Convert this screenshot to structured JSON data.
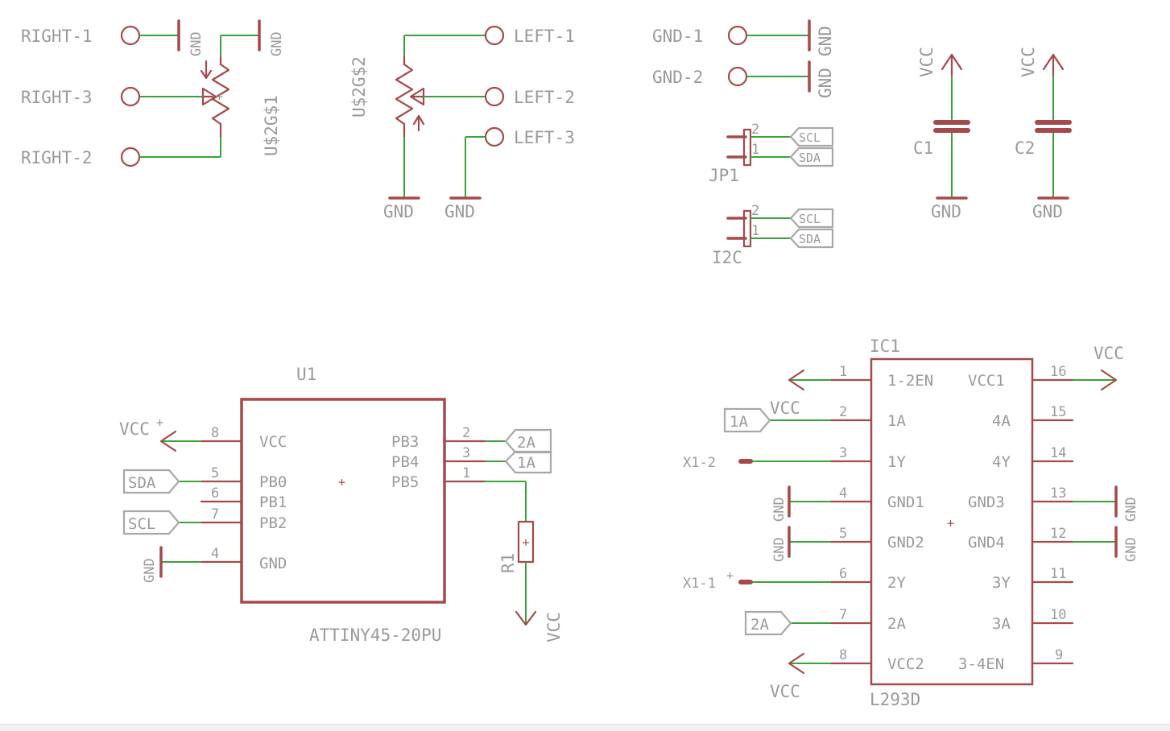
{
  "pots": {
    "right": {
      "name": "U$2G$1",
      "terminals": [
        "RIGHT-1",
        "RIGHT-3",
        "RIGHT-2"
      ]
    },
    "left": {
      "name": "U$2G$2",
      "terminals": [
        "LEFT-1",
        "LEFT-2",
        "LEFT-3"
      ]
    }
  },
  "gnd_terminals": [
    "GND-1",
    "GND-2"
  ],
  "headers": [
    {
      "name": "JP1",
      "pins": [
        "2",
        "1"
      ],
      "signals": [
        "SCL",
        "SDA"
      ]
    },
    {
      "name": "I2C",
      "pins": [
        "2",
        "1"
      ],
      "signals": [
        "SCL",
        "SDA"
      ]
    }
  ],
  "capacitors": [
    {
      "name": "C1",
      "top": "VCC",
      "bottom": "GND"
    },
    {
      "name": "C2",
      "top": "VCC",
      "bottom": "GND"
    }
  ],
  "power_labels": {
    "gnd": "GND",
    "vcc": "VCC",
    "vcc_plus": "VCC",
    "plus": "+"
  },
  "u1": {
    "name": "U1",
    "part": "ATTINY45-20PU",
    "left_pins": [
      {
        "num": "8",
        "label": "VCC"
      },
      {
        "num": "5",
        "label": "PB0"
      },
      {
        "num": "6",
        "label": "PB1"
      },
      {
        "num": "7",
        "label": "PB2"
      },
      {
        "num": "4",
        "label": "GND"
      }
    ],
    "right_pins": [
      {
        "num": "2",
        "label": "PB3"
      },
      {
        "num": "3",
        "label": "PB4"
      },
      {
        "num": "1",
        "label": "PB5"
      }
    ],
    "tags": {
      "sda": "SDA",
      "scl": "SCL",
      "pb3": "2A",
      "pb4": "1A"
    }
  },
  "r1": {
    "name": "R1"
  },
  "ic1": {
    "name": "IC1",
    "part": "L293D",
    "left_pins": [
      {
        "num": "1",
        "label": "1-2EN"
      },
      {
        "num": "2",
        "label": "1A"
      },
      {
        "num": "3",
        "label": "1Y"
      },
      {
        "num": "4",
        "label": "GND1"
      },
      {
        "num": "5",
        "label": "GND2"
      },
      {
        "num": "6",
        "label": "2Y"
      },
      {
        "num": "7",
        "label": "2A"
      },
      {
        "num": "8",
        "label": "VCC2"
      }
    ],
    "right_pins": [
      {
        "num": "16",
        "label": "VCC1"
      },
      {
        "num": "15",
        "label": "4A"
      },
      {
        "num": "14",
        "label": "4Y"
      },
      {
        "num": "13",
        "label": "GND3"
      },
      {
        "num": "12",
        "label": "GND4"
      },
      {
        "num": "11",
        "label": "3Y"
      },
      {
        "num": "10",
        "label": "3A"
      },
      {
        "num": "9",
        "label": "3-4EN"
      }
    ],
    "nets": {
      "x1_2": "X1-2",
      "x1_1": "X1-1",
      "tag_1a": "1A",
      "tag_2a": "2A"
    }
  },
  "colors": {
    "symbol": "#a54a4a",
    "wire": "#3aa23a",
    "text": "#9a9a9a",
    "background": "#ffffff"
  }
}
